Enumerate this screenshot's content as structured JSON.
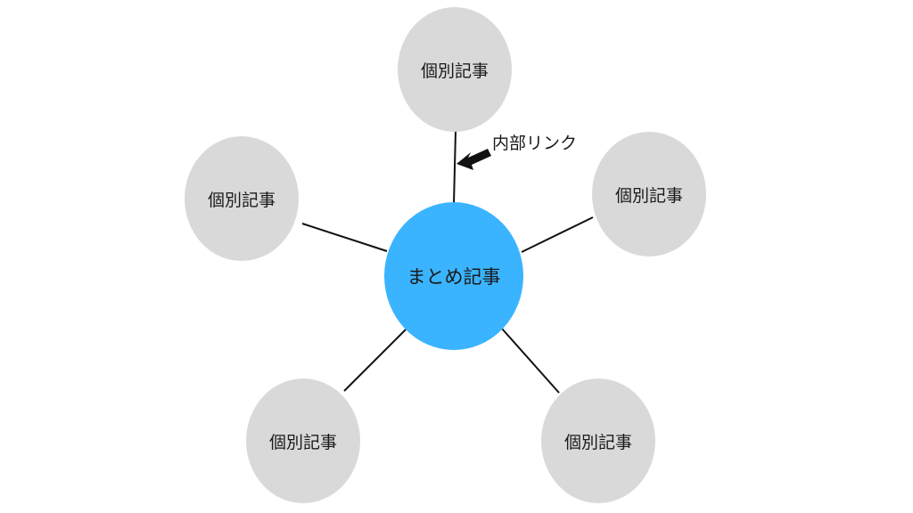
{
  "diagram": {
    "hub": {
      "label": "まとめ記事",
      "color": "#3ab4ff"
    },
    "articles": [
      {
        "label": "個別記事"
      },
      {
        "label": "個別記事"
      },
      {
        "label": "個別記事"
      },
      {
        "label": "個別記事"
      },
      {
        "label": "個別記事"
      }
    ],
    "article_color": "#d9d9d9",
    "link_annotation": "内部リンク",
    "arrow_icon": "left-arrow-icon"
  }
}
